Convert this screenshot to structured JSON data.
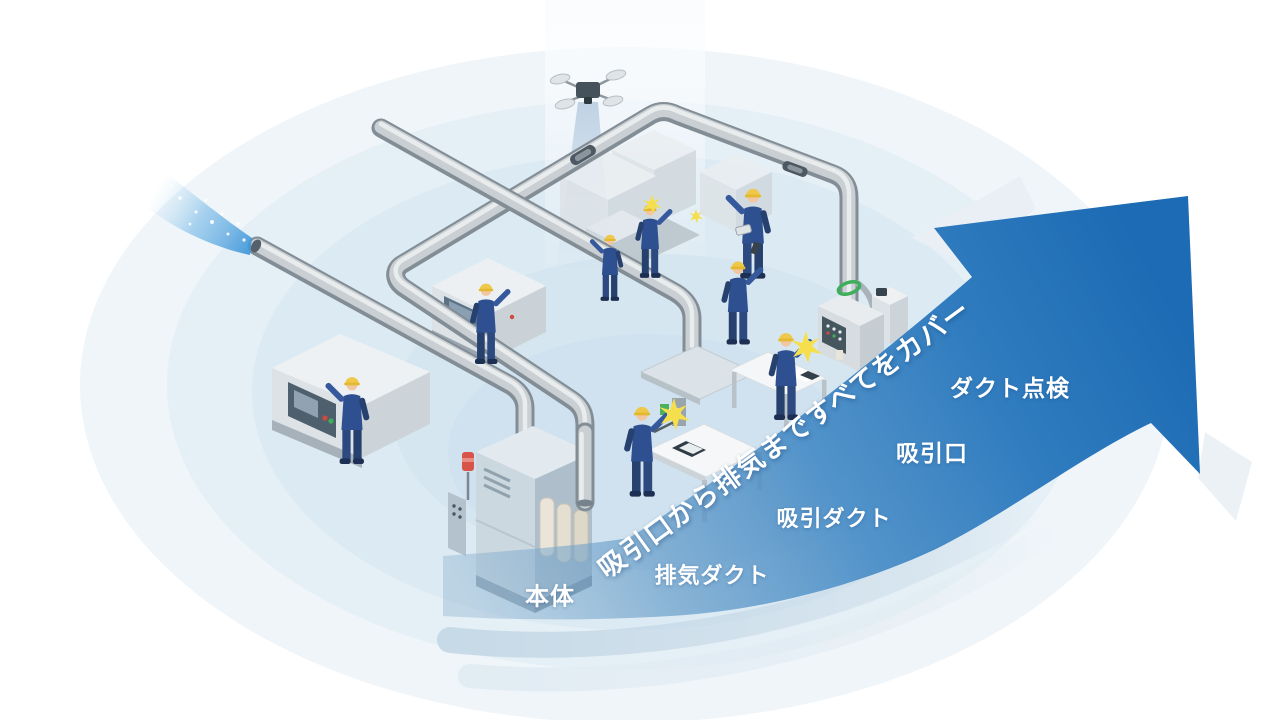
{
  "illustration": {
    "headline": "吸引口から排気まですべてをカバー",
    "labels": {
      "main_unit": "本体",
      "exhaust_duct": "排気ダクト",
      "suction_duct": "吸引ダクト",
      "suction_inlet": "吸引口",
      "duct_inspection": "ダクト点検"
    },
    "colors": {
      "arrow_head_blue": "#1d6bb4",
      "arrow_tail_blue": "#8fb3cf",
      "duct_gray": "#c9cfd3",
      "worker_uniform_navy": "#2e4f90",
      "helmet_yellow": "#edc84b",
      "spark_yellow": "#f6df4d",
      "clamp_green": "#3fae5a",
      "beacon_red": "#d85448",
      "spray_blue": "#57a8e0"
    }
  }
}
